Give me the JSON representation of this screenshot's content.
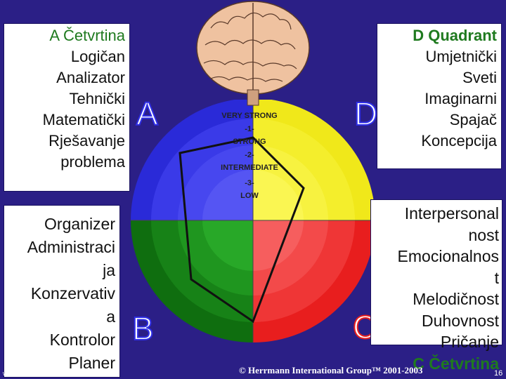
{
  "quadrant_a": {
    "lines": [
      "A Četvrtina",
      "Logičan",
      "Analizator",
      "Tehnički",
      "Matematički",
      "Rješavanje",
      "problema"
    ]
  },
  "quadrant_d": {
    "lines": [
      "D Quadrant",
      "Umjetnički",
      "Sveti",
      "Imaginarni",
      "Spajač",
      "Koncepcija"
    ]
  },
  "quadrant_b": {
    "lines": [
      "Organizer",
      "Administraci",
      "ja",
      "Konzervativ",
      "a",
      "Kontrolor",
      "Planer"
    ]
  },
  "quadrant_c": {
    "lines": [
      "Interpersonal",
      "nost",
      "Emocionalnos",
      "t",
      "Melodičnost",
      "Duhovnost",
      "Pričanje",
      "C Četvrtina"
    ]
  },
  "letters": {
    "a": "A",
    "b": "B",
    "c": "C",
    "d": "D"
  },
  "scale_labels": [
    "VERY STRONG",
    "-1-",
    "STRONG",
    "-2-",
    "INTERMEDIATE",
    "-3-",
    "LOW"
  ],
  "footer": {
    "website": "www.understandquran.com",
    "copyright": "© Herrmann International Group™ 2001-2003",
    "page": "16"
  },
  "colors": {
    "blue": "#2f2fe6",
    "yellow": "#f2ee1d",
    "green": "#1a8a1a",
    "red": "#ee2a2a",
    "background": "#2b1f86"
  }
}
